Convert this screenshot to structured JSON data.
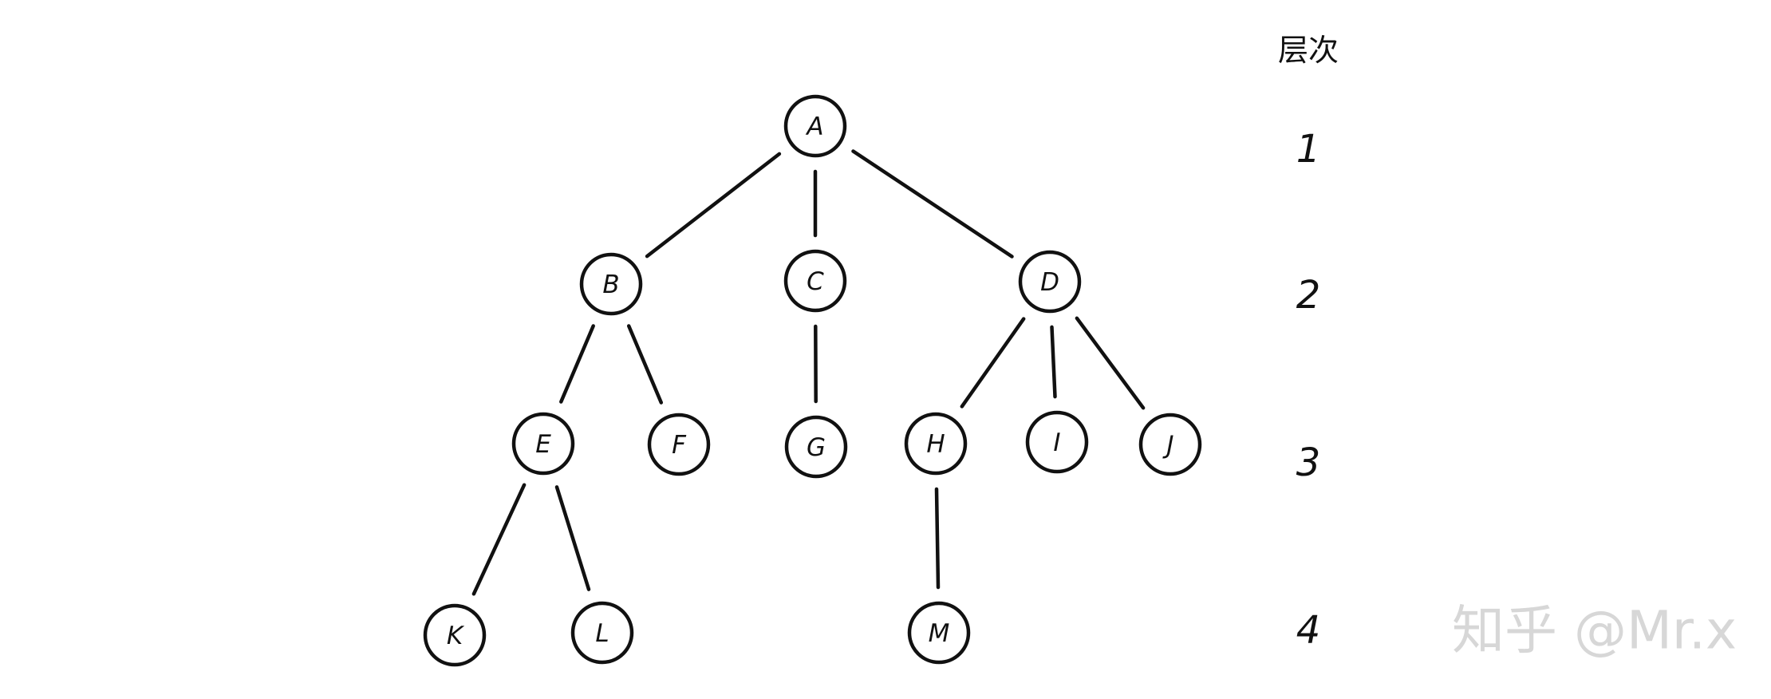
{
  "diagram": {
    "level_column_title": "层次",
    "levels": [
      "1",
      "2",
      "3",
      "4"
    ],
    "nodes": [
      {
        "id": "A",
        "label": "A",
        "level": 1
      },
      {
        "id": "B",
        "label": "B",
        "level": 2
      },
      {
        "id": "C",
        "label": "C",
        "level": 2
      },
      {
        "id": "D",
        "label": "D",
        "level": 2
      },
      {
        "id": "E",
        "label": "E",
        "level": 3
      },
      {
        "id": "F",
        "label": "F",
        "level": 3
      },
      {
        "id": "G",
        "label": "G",
        "level": 3
      },
      {
        "id": "H",
        "label": "H",
        "level": 3
      },
      {
        "id": "I",
        "label": "I",
        "level": 3
      },
      {
        "id": "J",
        "label": "J",
        "level": 3
      },
      {
        "id": "K",
        "label": "K",
        "level": 4
      },
      {
        "id": "L",
        "label": "L",
        "level": 4
      },
      {
        "id": "M",
        "label": "M",
        "level": 4
      }
    ],
    "edges": [
      {
        "from": "A",
        "to": "B"
      },
      {
        "from": "A",
        "to": "C"
      },
      {
        "from": "A",
        "to": "D"
      },
      {
        "from": "B",
        "to": "E"
      },
      {
        "from": "B",
        "to": "F"
      },
      {
        "from": "C",
        "to": "G"
      },
      {
        "from": "D",
        "to": "H"
      },
      {
        "from": "D",
        "to": "I"
      },
      {
        "from": "D",
        "to": "J"
      },
      {
        "from": "E",
        "to": "K"
      },
      {
        "from": "E",
        "to": "L"
      },
      {
        "from": "H",
        "to": "M"
      }
    ]
  },
  "watermark": {
    "text": "知乎 @Mr.x"
  },
  "colors": {
    "ink": "#111111",
    "watermark": "#d7d7d7",
    "background": "#ffffff"
  }
}
